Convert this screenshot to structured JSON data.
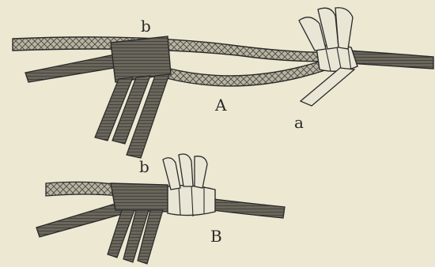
{
  "figure": {
    "background": "#ece8d2",
    "ink": "#2a2a2a",
    "strip_fill": "#e9e6d5",
    "labels": {
      "a_b": "b",
      "a_main": "A",
      "a_a": "a",
      "b_b": "b",
      "b_main": "B"
    }
  }
}
